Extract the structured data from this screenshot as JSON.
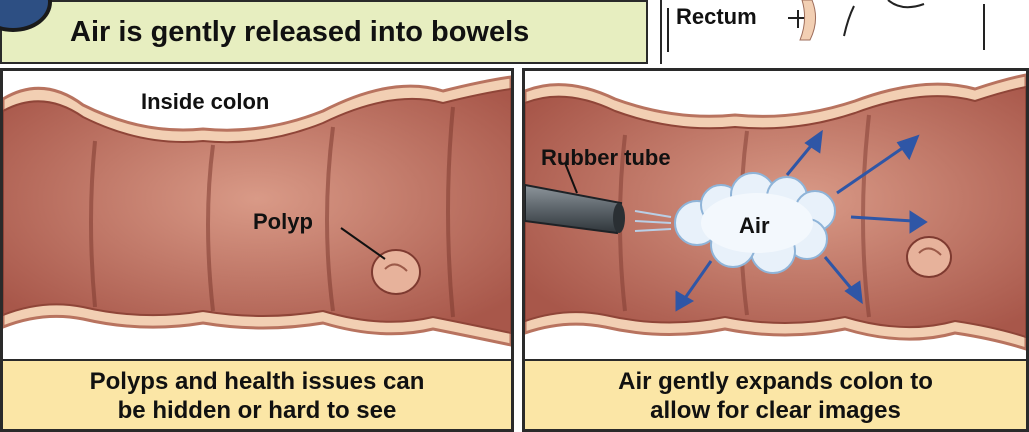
{
  "header": {
    "title": "Air is gently released into bowels"
  },
  "inset": {
    "rectum_label": "Rectum"
  },
  "left_panel": {
    "title": "Inside colon",
    "polyp_label": "Polyp",
    "caption_line1": "Polyps and health issues can",
    "caption_line2": "be hidden or hard to see"
  },
  "right_panel": {
    "tube_label": "Rubber tube",
    "air_label": "Air",
    "caption_line1": "Air gently expands colon to",
    "caption_line2": "allow for clear images"
  },
  "colors": {
    "header_bg": "#e7eec0",
    "caption_bg": "#fbe6a6",
    "colon_tissue": "#c97a6a",
    "colon_wall": "#f2cfb3",
    "arrow": "#2f56a6",
    "badge": "#2d4f83"
  }
}
